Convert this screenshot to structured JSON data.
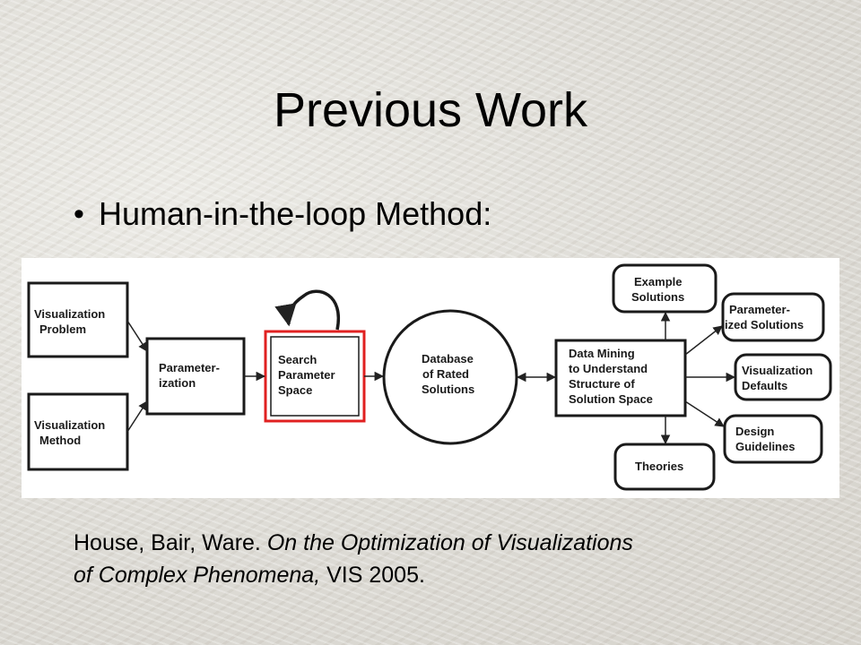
{
  "slide": {
    "title": "Previous Work",
    "bullet_symbol": "•",
    "bullet_text": "Human-in-the-loop Method:"
  },
  "diagram": {
    "nodes": {
      "vis_problem": [
        "Visualization",
        "Problem"
      ],
      "vis_method": [
        "Visualization",
        "Method"
      ],
      "parameterization": [
        "Parameter-",
        "ization"
      ],
      "search_space": [
        "Search",
        "Parameter",
        "Space"
      ],
      "database": [
        "Database",
        "of Rated",
        "Solutions"
      ],
      "data_mining": [
        "Data Mining",
        "to Understand",
        "Structure of",
        "Solution Space"
      ],
      "example_solutions": [
        "Example",
        "Solutions"
      ],
      "parameterized_solutions": [
        "Parameter-",
        "ized Solutions"
      ],
      "vis_defaults": [
        "Visualization",
        "Defaults"
      ],
      "design_guidelines": [
        "Design",
        "Guidelines"
      ],
      "theories": [
        "Theories"
      ]
    },
    "highlight_color": "#e02020"
  },
  "citation": {
    "authors": "House, Bair, Ware. ",
    "title_italic_line1": "On the Optimization of Visualizations",
    "title_italic_line2": "of Complex Phenomena,",
    "venue": " VIS 2005."
  }
}
